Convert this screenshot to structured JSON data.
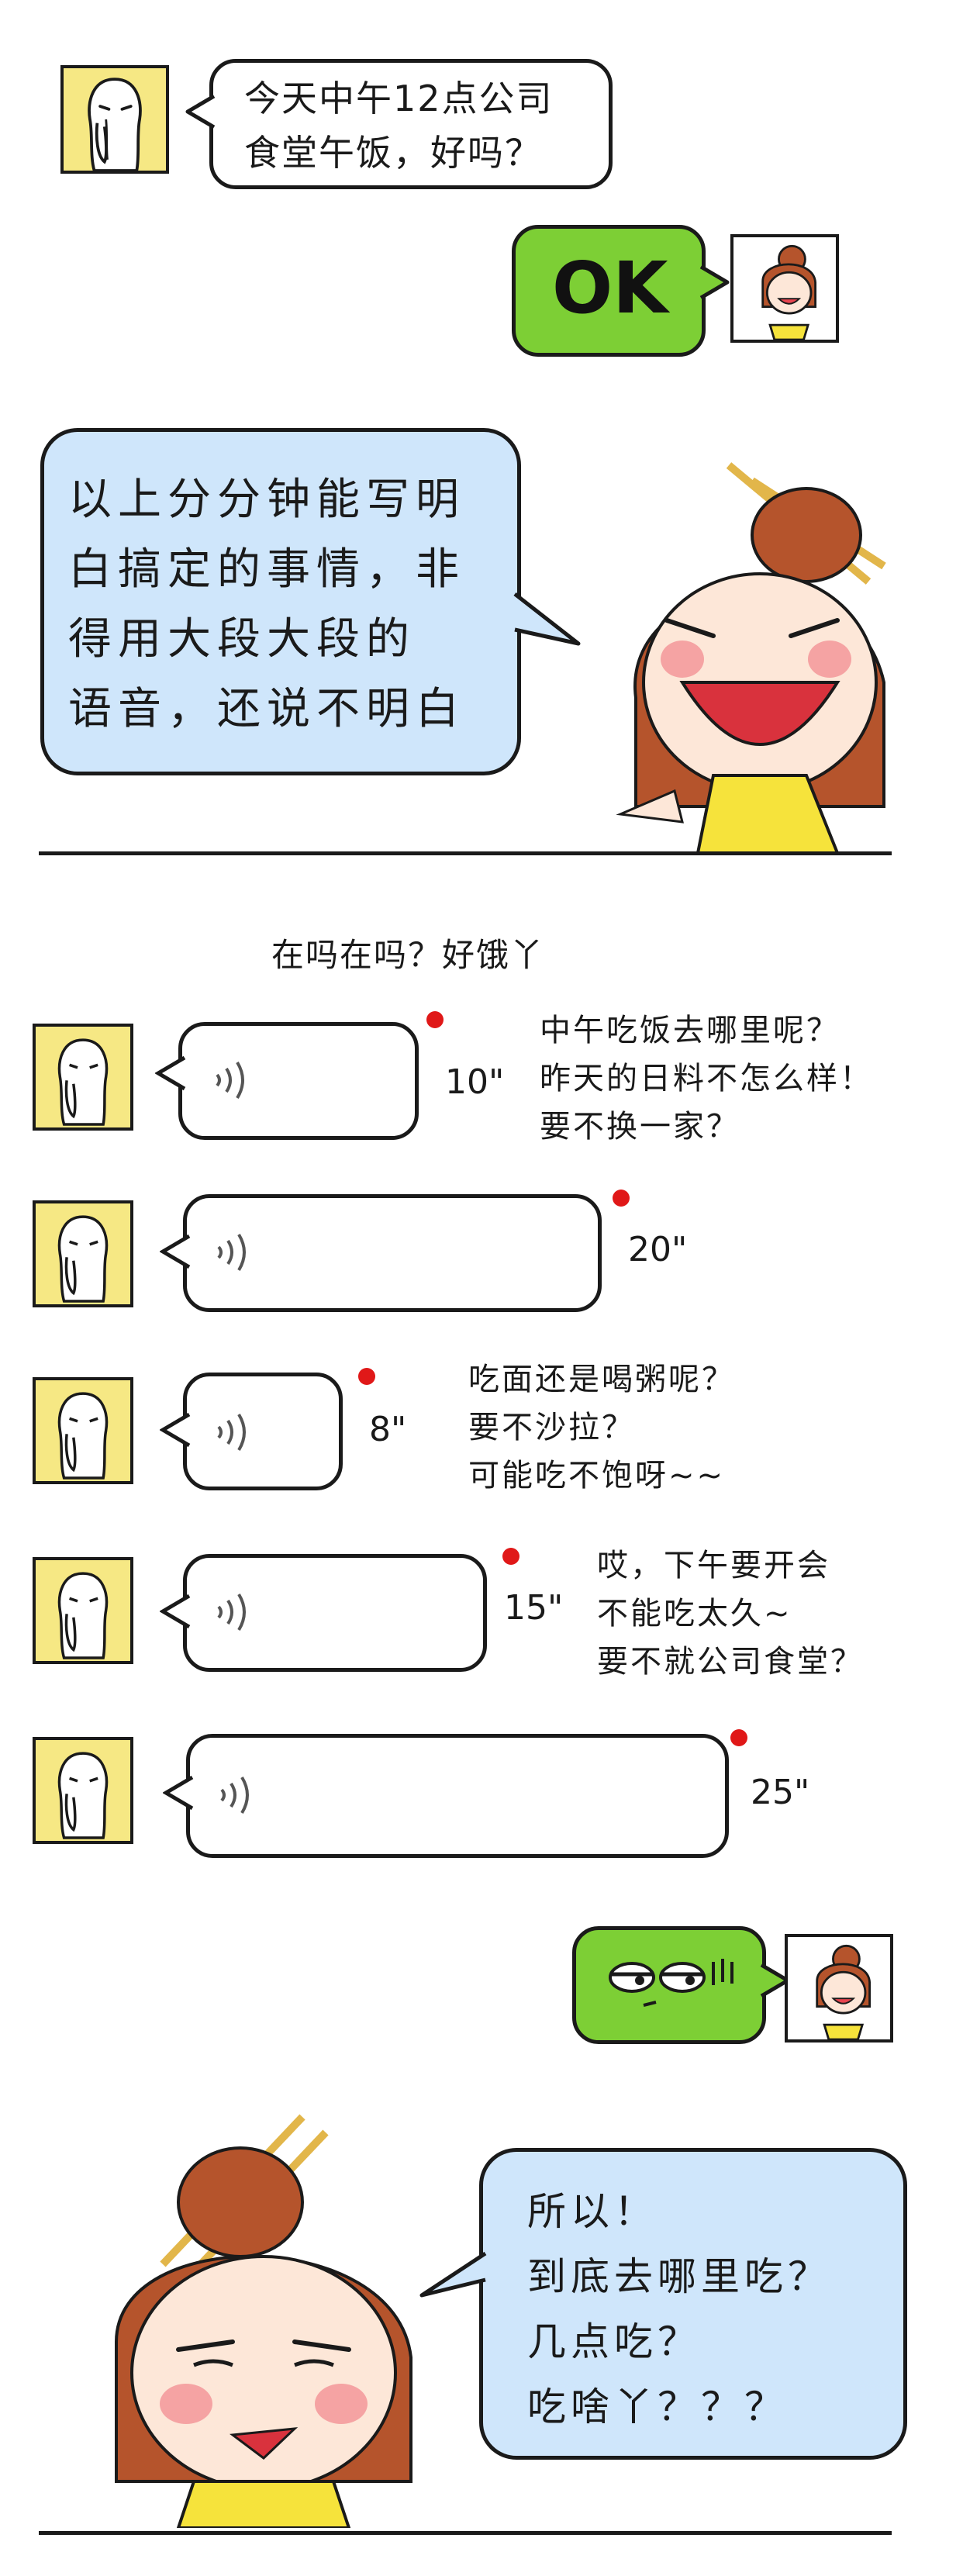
{
  "panel1": {
    "incoming_text": "今天中午12点公司\n食堂午饭，好吗？",
    "reply_text": "OK"
  },
  "panel2": {
    "thought_text": "以上分分钟能写明\n白搞定的事情，非\n得用大段大段的\n语音，还说不明白"
  },
  "panel3": {
    "header_text": "在吗在吗？好饿丫",
    "voice_messages": [
      {
        "duration": "10\"",
        "side_text": "中午吃饭去哪里呢？\n昨天的日料不怎么样！\n要不换一家？"
      },
      {
        "duration": "20\"",
        "side_text": ""
      },
      {
        "duration": "8\"",
        "side_text": "吃面还是喝粥呢？\n要不沙拉？\n可能吃不饱呀~~"
      },
      {
        "duration": "15\"",
        "side_text": "哎，下午要开会\n不能吃太久~\n要不就公司食堂？"
      },
      {
        "duration": "25\"",
        "side_text": ""
      }
    ]
  },
  "panel4": {
    "final_text": "所以！\n到底去哪里吃？\n几点吃？\n吃啥丫？？？"
  },
  "colors": {
    "avatar_yellow": "#f6e884",
    "green_bubble": "#7dcf35",
    "blue_bubble": "#cfe6fb",
    "unread_dot": "#e01818"
  }
}
